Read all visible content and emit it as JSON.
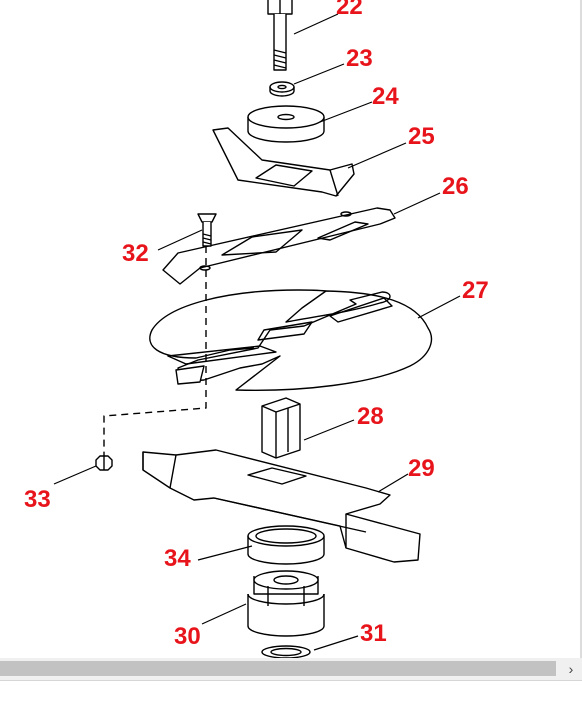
{
  "diagram": {
    "label_color": "#e8141b",
    "line_color": "#000000",
    "part_labels": {
      "p22": "22",
      "p23": "23",
      "p24": "24",
      "p25": "25",
      "p26": "26",
      "p27": "27",
      "p28": "28",
      "p29": "29",
      "p30": "30",
      "p31": "31",
      "p32": "32",
      "p33": "33",
      "p34": "34"
    }
  },
  "scrollbar": {
    "right_arrow": "›"
  }
}
